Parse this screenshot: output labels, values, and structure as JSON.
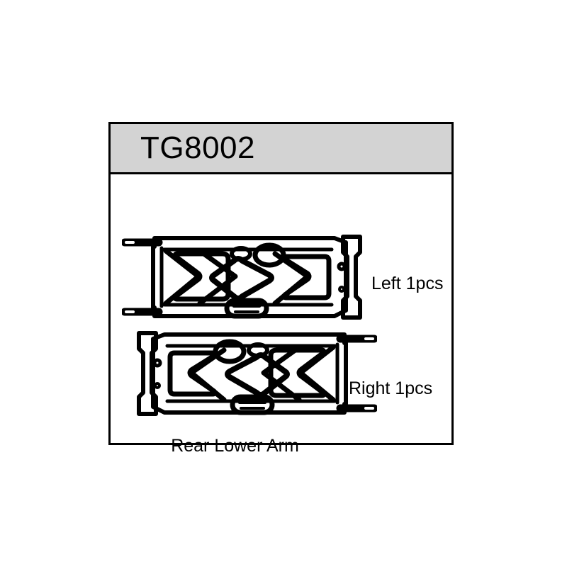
{
  "panel": {
    "part_number": "TG8002",
    "caption": "Rear Lower Arm",
    "header_bg_color": "#d3d3d3",
    "border_color": "#000000",
    "background_color": "#ffffff"
  },
  "parts": [
    {
      "id": "arm-left",
      "label": "Left 1pcs",
      "side": "Left",
      "quantity": "1pcs",
      "orientation": "hinge-pins-left-hub-right"
    },
    {
      "id": "arm-right",
      "label": "Right 1pcs",
      "side": "Right",
      "quantity": "1pcs",
      "orientation": "hub-left-hinge-pins-right"
    }
  ]
}
